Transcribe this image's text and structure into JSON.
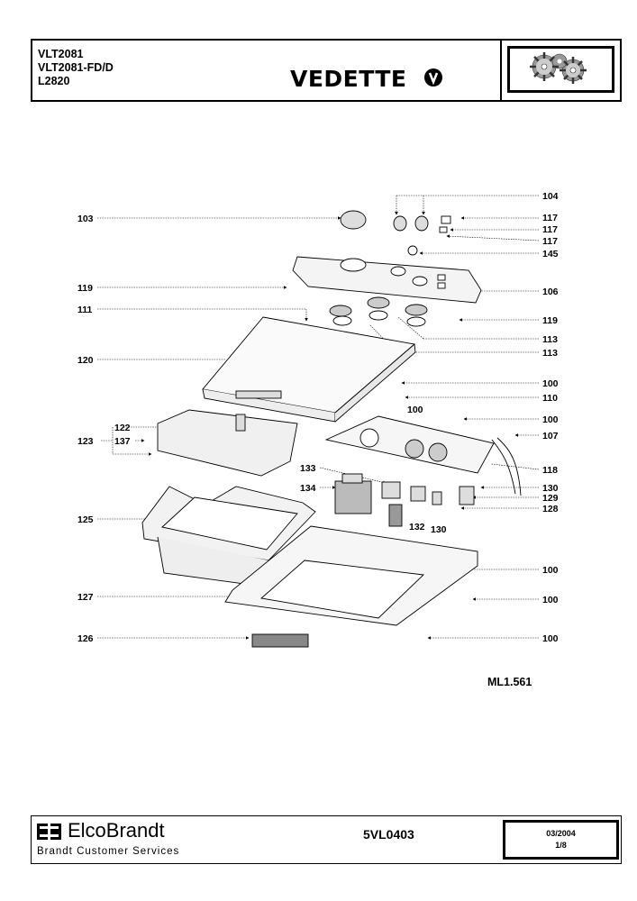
{
  "header": {
    "models": [
      "VLT2081",
      "VLT2081-FD/D",
      "L2820"
    ],
    "brand": "VEDETTE"
  },
  "labels": {
    "l104": "104",
    "l103": "103",
    "l117a": "117",
    "l117b": "117",
    "l117c": "117",
    "l145": "145",
    "l119a": "119",
    "l106": "106",
    "l111": "111",
    "l119b": "119",
    "l113a": "113",
    "l113b": "113",
    "l120": "120",
    "l100a": "100",
    "l110": "110",
    "l100b": "100",
    "l100c": "100",
    "l122": "122",
    "l123": "123",
    "l137": "137",
    "l107": "107",
    "l118": "118",
    "l133": "133",
    "l134": "134",
    "l130a": "130",
    "l129": "129",
    "l128": "128",
    "l132": "132",
    "l130b": "130",
    "l125": "125",
    "l100d": "100",
    "l127": "127",
    "l100e": "100",
    "l126": "126",
    "l100f": "100"
  },
  "reference": "ML1.561",
  "footer": {
    "company": "ElcoBrandt",
    "subtitle": "Brandt Customer Services",
    "doc_code": "5VL0403",
    "date": "03/2004",
    "page": "1/8"
  }
}
